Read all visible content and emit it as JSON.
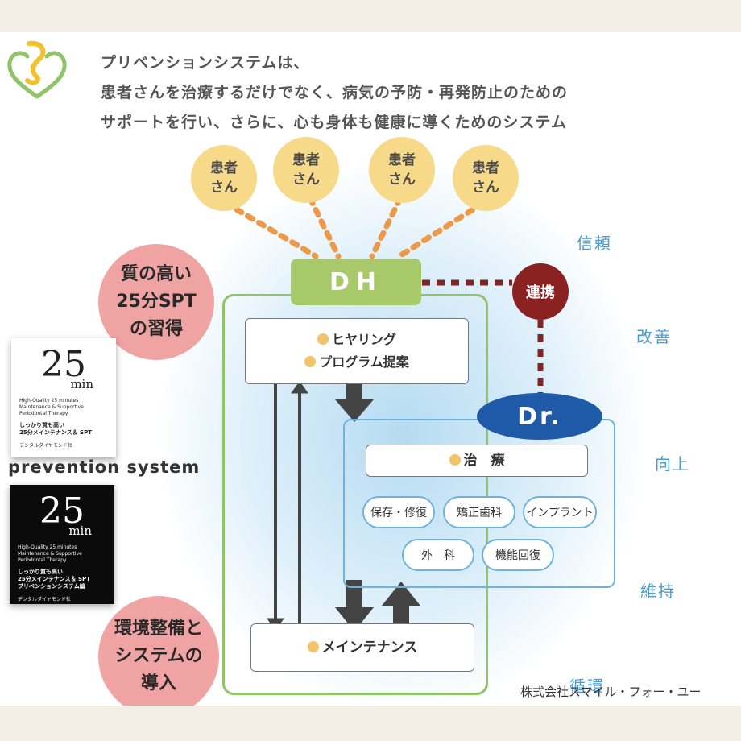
{
  "headline": {
    "line1": "プリベンションシステムは、",
    "line2": "患者さんを治療するだけでなく、病気の予防・再発防止のための",
    "line3": "サポートを行い、さらに、心も身体も健康に導くためのシステム"
  },
  "patients": [
    "患者\nさん",
    "患者\nさん",
    "患者\nさん",
    "患者\nさん"
  ],
  "dh_label": "DH",
  "dr_label": "Dr.",
  "renkei_label": "連携",
  "dh_box": {
    "line1": "ヒヤリング",
    "line2": "プログラム提案"
  },
  "treatment_label": "治　療",
  "treatments": [
    "保存・修復",
    "矯正歯科",
    "インプラント",
    "外　科",
    "機能回復"
  ],
  "maintenance_label": "メインテナンス",
  "side_words": [
    "信頼",
    "改善",
    "向上",
    "維持",
    "循環"
  ],
  "pink_top": "質の高い\n25分SPT\nの習得",
  "pink_bottom": "環境整備と\nシステムの\n導入",
  "prevention_label": "prevention system",
  "book1": {
    "number": "25",
    "unit": "min",
    "subtitle": "High-Quality 25 minutes Maintenance & Supportive Periodontal Therapy",
    "title": "しっかり質も高い\n25分メインテナンス＆ SPT",
    "publisher": "デンタルダイヤモンド社"
  },
  "book2": {
    "number": "25",
    "unit": "min",
    "subtitle": "High-Quality 25 minutes Maintenance & Supportive Periodontal Therapy",
    "title": "しっかり質も高い\n25分メインテナンス＆ SPT\nプリベンションシステム編",
    "publisher": "デンタルダイヤモンド社"
  },
  "company": "株式会社スマイル・フォー・ユー",
  "colors": {
    "dh": "#a7c96a",
    "dr": "#1e5aa8",
    "renkei": "#8a2222",
    "patient": "#f7d98a",
    "pink": "#ef9a9a"
  }
}
